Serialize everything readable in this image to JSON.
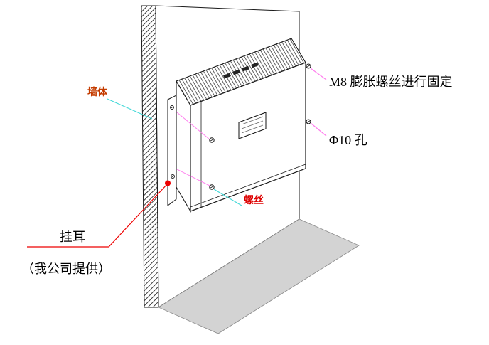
{
  "labels": {
    "wall": "墙体",
    "m8_fixing": "M8 膨胀螺丝进行固定",
    "hole": "Φ10 孔",
    "screw": "螺丝",
    "bracket": "挂耳",
    "bracket_note": "（我公司提供）"
  },
  "colors": {
    "wall_label": "#c43c00",
    "screw_label": "#dd0000",
    "leader_cyan": "#45d8d8",
    "leader_magenta": "#ff7dee",
    "leader_red": "#ee0000",
    "floor_fill": "#d3d3d3",
    "line": "#1a1a1a"
  }
}
